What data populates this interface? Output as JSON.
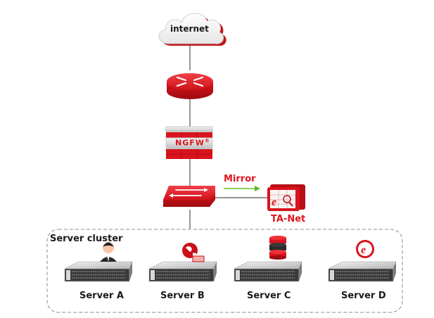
{
  "diagram": {
    "colors": {
      "brand_red": "#d9141c",
      "mirror_arrow": "#8cd05a",
      "link_line": "#555555",
      "cluster_border": "#8c8c8c"
    },
    "nodes": {
      "internet": {
        "label": "internet",
        "icon": "cloud-icon"
      },
      "router": {
        "icon": "router-icon"
      },
      "firewall": {
        "label": "NGFW",
        "trademark": "®",
        "icon": "firewall-icon"
      },
      "switch": {
        "icon": "switch-icon"
      },
      "ta_net": {
        "label": "TA-Net",
        "icon": "traffic-analyzer-icon"
      }
    },
    "mirror": {
      "label": "Mirror"
    },
    "cluster": {
      "label": "Server cluster",
      "servers": [
        {
          "label": "Server A",
          "badge": "user-icon"
        },
        {
          "label": "Server B",
          "badge": "globe-film-icon"
        },
        {
          "label": "Server C",
          "badge": "database-icon"
        },
        {
          "label": "Server D",
          "badge": "browser-e-icon"
        }
      ]
    }
  }
}
